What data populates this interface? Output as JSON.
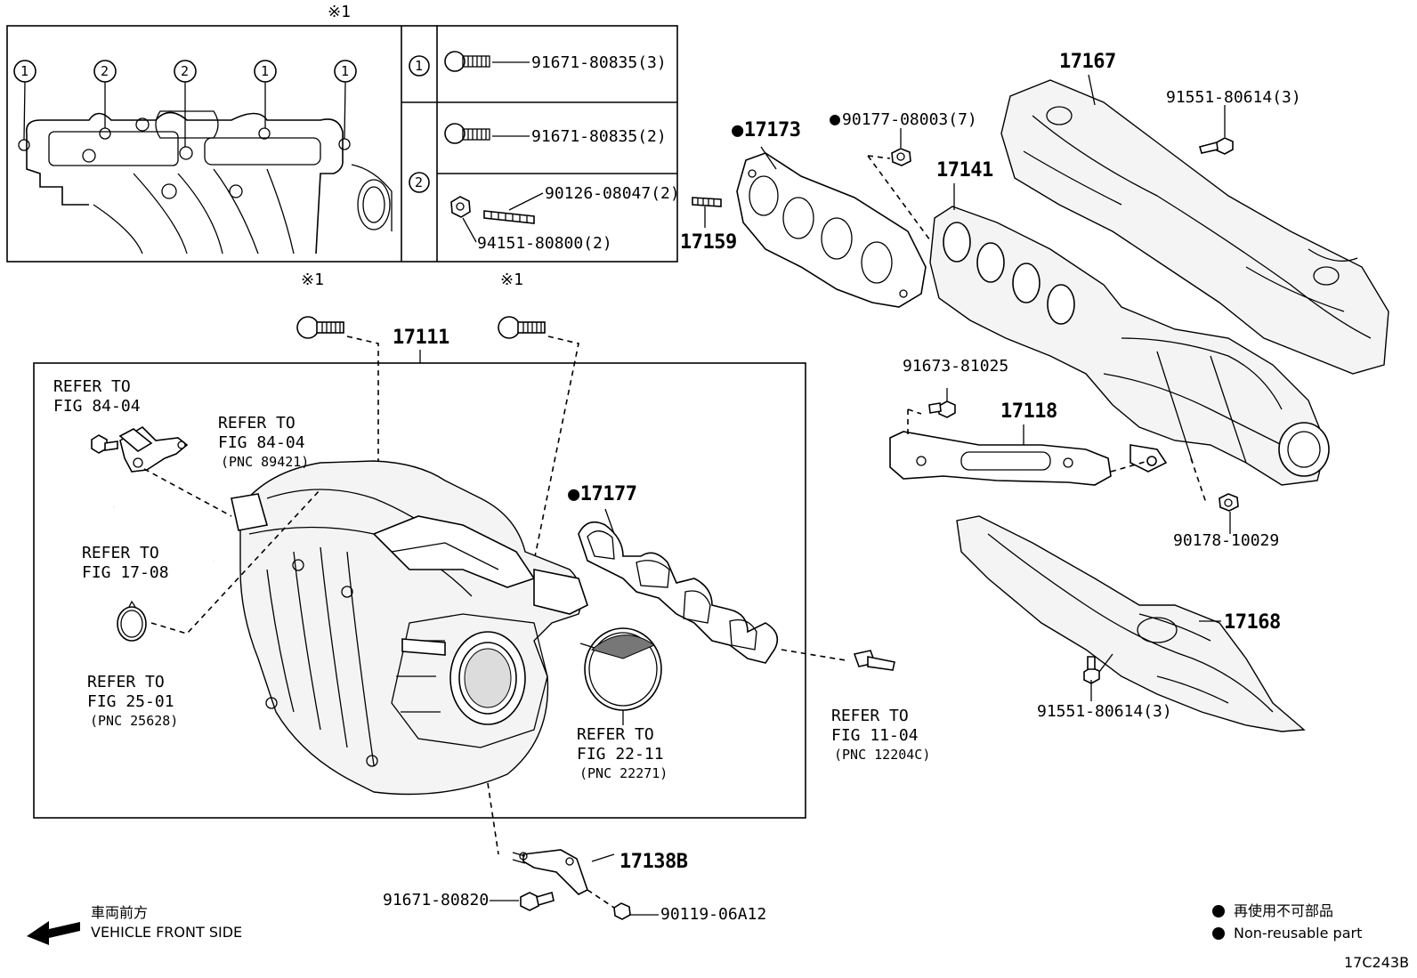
{
  "inset": {
    "marker": "※1",
    "row1_index": "1",
    "row1_part": "91671-80835(3)",
    "row2_index": "2",
    "row2_part_a": "91671-80835(2)",
    "row2_part_b": "90126-08047(2)",
    "row2_part_c": "94151-80800(2)",
    "callouts": [
      "1",
      "2",
      "2",
      "1",
      "1"
    ]
  },
  "labels": {
    "marker_a": "※1",
    "marker_b": "※1",
    "p17111": "17111",
    "p17173": "17173",
    "p90177": "90177-08003(7)",
    "p17159": "17159",
    "p17167": "17167",
    "p91551a": "91551-80614(3)",
    "p17141": "17141",
    "p91673": "91673-81025",
    "p17118": "17118",
    "p90178": "90178-10029",
    "p17168": "17168",
    "p91551b": "91551-80614(3)",
    "p17177": "17177",
    "p17138B": "17138B",
    "p91671_80820": "91671-80820",
    "p90119": "90119-06A12",
    "ref1_l1": "REFER TO",
    "ref1_l2": "FIG 84-04",
    "ref2_l1": "REFER TO",
    "ref2_l2": "FIG 84-04",
    "ref2_l3": "(PNC 89421)",
    "ref3_l1": "REFER TO",
    "ref3_l2": "FIG 17-08",
    "ref4_l1": "REFER TO",
    "ref4_l2": "FIG 25-01",
    "ref4_l3": "(PNC 25628)",
    "ref5_l1": "REFER TO",
    "ref5_l2": "FIG 22-11",
    "ref5_l3": "(PNC 22271)",
    "ref6_l1": "REFER TO",
    "ref6_l2": "FIG 11-04",
    "ref6_l3": "(PNC 12204C)"
  },
  "front": {
    "jp": "車両前方",
    "en": "VEHICLE FRONT SIDE"
  },
  "legend": {
    "jp": "再使用不可部品",
    "en": "Non-reusable part"
  },
  "figure_code": "17C243B"
}
